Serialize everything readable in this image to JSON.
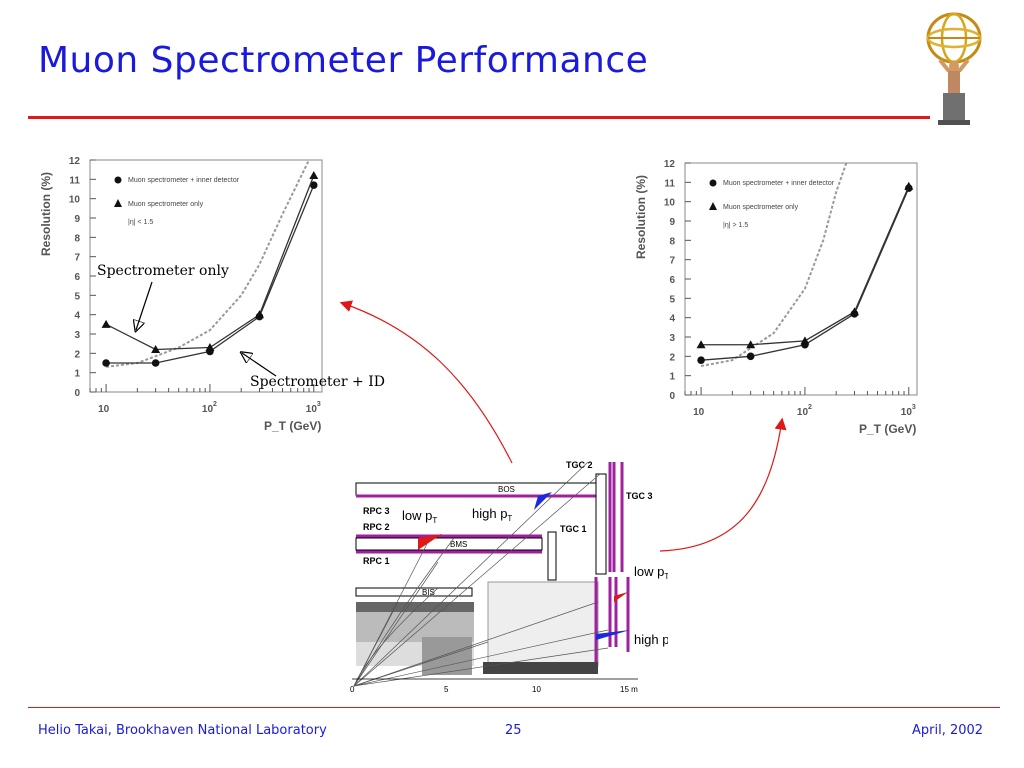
{
  "slide": {
    "title": "Muon Spectrometer Performance",
    "footer_left": "Helio Takai, Brookhaven National Laboratory",
    "footer_center": "25",
    "footer_right": "April, 2002",
    "colors": {
      "title": "#1a1adc",
      "rule": "#e01818",
      "arrow": "#e01818"
    }
  },
  "chart_data": [
    {
      "type": "line",
      "xlabel": "P_T (GeV)",
      "ylabel": "Resolution (%)",
      "x_scale": "log",
      "xlim": [
        7,
        1200
      ],
      "ylim": [
        0,
        12
      ],
      "yticks": [
        "0",
        "1",
        "2",
        "3",
        "4",
        "5",
        "6",
        "7",
        "8",
        "9",
        "10",
        "11",
        "12"
      ],
      "xticks": [
        {
          "v": 10,
          "base": "10",
          "exp": ""
        },
        {
          "v": 100,
          "base": "10",
          "exp": "2"
        },
        {
          "v": 1000,
          "base": "10",
          "exp": "3"
        }
      ],
      "legend": [
        "Muon spectrometer + inner detector",
        "Muon spectrometer only",
        "|η| < 1.5"
      ],
      "annotations": [
        "Spectrometer only",
        "Spectrometer + ID"
      ],
      "series": [
        {
          "marker": "circle",
          "x": [
            10,
            30,
            100,
            300,
            1000
          ],
          "y": [
            1.5,
            1.5,
            2.1,
            3.9,
            10.7
          ]
        },
        {
          "marker": "triangle",
          "x": [
            10,
            30,
            100,
            300,
            1000
          ],
          "y": [
            3.5,
            2.2,
            2.3,
            4.0,
            11.2
          ]
        }
      ],
      "dashed": {
        "x": [
          10,
          20,
          50,
          100,
          200,
          300,
          500,
          900
        ],
        "y": [
          1.3,
          1.5,
          2.3,
          3.2,
          5.0,
          6.6,
          9.2,
          12
        ]
      }
    },
    {
      "type": "line",
      "xlabel": "P_T (GeV)",
      "ylabel": "Resolution (%)",
      "x_scale": "log",
      "xlim": [
        7,
        1200
      ],
      "ylim": [
        0,
        12
      ],
      "yticks": [
        "0",
        "1",
        "2",
        "3",
        "4",
        "5",
        "6",
        "7",
        "8",
        "9",
        "10",
        "11",
        "12"
      ],
      "xticks": [
        {
          "v": 10,
          "base": "10",
          "exp": ""
        },
        {
          "v": 100,
          "base": "10",
          "exp": "2"
        },
        {
          "v": 1000,
          "base": "10",
          "exp": "3"
        }
      ],
      "legend": [
        "Muon spectrometer + inner detector",
        "Muon spectrometer only",
        "|η| > 1.5"
      ],
      "series": [
        {
          "marker": "circle",
          "x": [
            10,
            30,
            100,
            300,
            1000
          ],
          "y": [
            1.8,
            2.0,
            2.6,
            4.2,
            10.7
          ]
        },
        {
          "marker": "triangle",
          "x": [
            10,
            30,
            100,
            300,
            1000
          ],
          "y": [
            2.6,
            2.6,
            2.8,
            4.3,
            10.8
          ]
        }
      ],
      "dashed": {
        "x": [
          10,
          20,
          50,
          100,
          150,
          200,
          250
        ],
        "y": [
          1.5,
          1.8,
          3.2,
          5.5,
          8.0,
          10.5,
          12
        ]
      }
    }
  ],
  "detector": {
    "chambers": [
      "BOS",
      "BMS",
      "BIS"
    ],
    "rpc": [
      "RPC 3",
      "RPC 2",
      "RPC 1"
    ],
    "tgc": [
      "TGC 2",
      "TGC 1",
      "TGC 3"
    ],
    "labels": {
      "low_pt": "low p",
      "high_pt": "high p",
      "sub": "T"
    },
    "axis": [
      "0",
      "5",
      "10",
      "15 m"
    ]
  }
}
